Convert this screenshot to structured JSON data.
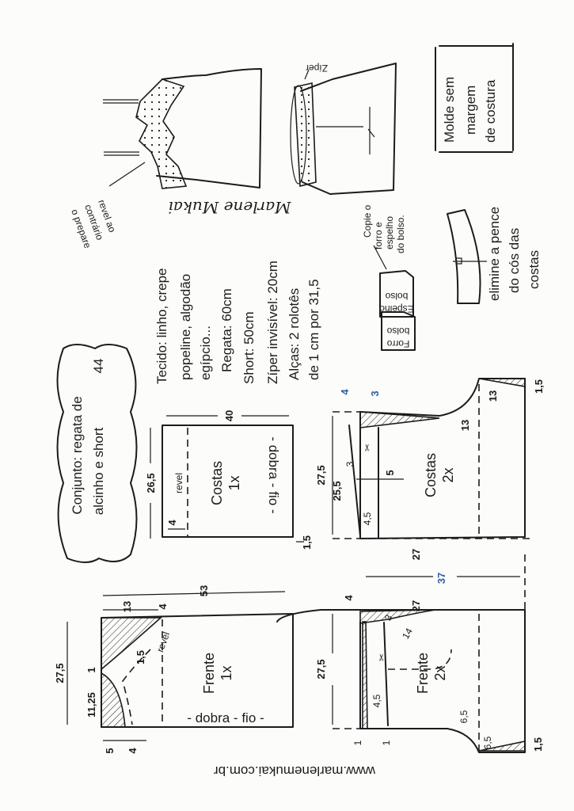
{
  "title": {
    "line1": "Conjunto: regata de",
    "line2": "alcinho e short",
    "size": "44"
  },
  "notes": {
    "fabric": [
      "Tecido: linho, crepe",
      "popeline, algodão",
      "egípcio..."
    ],
    "regata": "Regata: 60cm",
    "short": "Short: 50cm",
    "zipper": "Zíper invisível: 20cm",
    "straps": [
      "Alças: 2 rolotês",
      "de 1 cm por 31,5"
    ]
  },
  "seam_note": [
    "Molde sem",
    "margem",
    "de costura"
  ],
  "sketch": {
    "facing_label": [
      "revel ao",
      "contrário",
      "o prepare"
    ],
    "zipper_label": "Zíper",
    "signature": "Marlene Mukai"
  },
  "pocket": {
    "forro": [
      "Forro",
      "bolso"
    ],
    "espelho": [
      "Espelho",
      "bolso"
    ],
    "note": [
      "Copie o",
      "forro e",
      "espelho",
      "do bolso."
    ]
  },
  "waistband_note": [
    "elimine a pence",
    "do cós das",
    "costas"
  ],
  "pieces": {
    "costas_top": {
      "name": "Costas",
      "qty": "1x",
      "revel": "revel",
      "fold": "- dobra - fio -",
      "measures": [
        "40",
        "26,5",
        "4",
        "1,5"
      ]
    },
    "frente_top": {
      "name": "Frente",
      "qty": "1x",
      "revel": "revel",
      "fold": "- dobra - fio -",
      "measures": [
        "53",
        "13",
        "4",
        "27,5",
        "11,25",
        "1",
        "5",
        "4",
        "1,5"
      ]
    },
    "costas_short": {
      "name": "Costas",
      "qty": "2x",
      "measures": [
        "4",
        "3",
        "27,5",
        "25,5",
        "3",
        "5",
        "4,5",
        "13",
        "13",
        "1,5",
        "27"
      ]
    },
    "frente_short": {
      "name": "Frente",
      "qty": "2x",
      "measures": [
        "4",
        "27",
        "27,5",
        "14",
        "3",
        "4,5",
        "6,5",
        "6,5",
        "1,5",
        "1",
        "1"
      ]
    },
    "short_width": "37"
  },
  "website": "www.marlenemukai.com.br",
  "colors": {
    "ink": "#1c1c1c",
    "blue": "#2f5fa8",
    "paper": "#fcfcfa"
  }
}
